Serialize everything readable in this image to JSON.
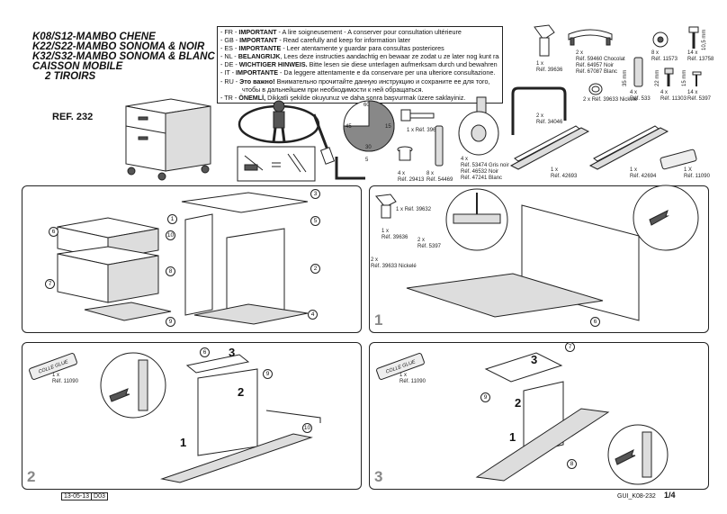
{
  "title": {
    "lines": [
      "K08/S12-MAMBO CHENE",
      "K22/S22-MAMBO SONOMA & NOIR",
      "K32/S32-MAMBO SONOMA & BLANC",
      "CAISSON MOBILE",
      "2 TIROIRS"
    ],
    "ref": "REF. 232"
  },
  "notice": [
    {
      "code": "- FR -",
      "bold": "IMPORTANT",
      "text": " - A lire soigneusement - A conserver pour consultation ultérieure"
    },
    {
      "code": "- GB -",
      "bold": "IMPORTANT",
      "text": " - Read carefully and keep for information later"
    },
    {
      "code": "- ES -",
      "bold": "IMPORTANTE",
      "text": " - Leer atentamente y guardar para consultas posteriores"
    },
    {
      "code": "- NL -",
      "bold": "BELANGRIJK",
      "text": ", Lees deze instructies aandachtig en bewaar ze zodat u ze later nog kunt raadplegen"
    },
    {
      "code": "- DE -",
      "bold": "WICHTIGER HINWEIS.",
      "text": " Bitte lesen sie diese unterlagen aufmerksam durch und bewahren sie sie auf"
    },
    {
      "code": "- IT -",
      "bold": "IMPORTANTE",
      "text": " - Da leggere attentamente e da conservare per una ulteriore consultazione."
    },
    {
      "code": "- RU -",
      "bold": "Это важно!",
      "text": " Внимательно прочитайте данную инструкцию и сохраните ее для того,"
    },
    {
      "code": "",
      "bold": "",
      "text": "чтобы в дальнейшем при необходимости к ней обращаться."
    },
    {
      "code": "- TR -",
      "bold": "ÖNEMLİ,",
      "text": " Dikkatli şekilde okuyunuz ve daha sonra başvurmak üzere saklayiniz."
    }
  ],
  "clock": {
    "n60": "60",
    "n15": "15",
    "n45": "45",
    "n30": "30"
  },
  "hardware": [
    {
      "qty": "1 x",
      "ref": "Réf. 39636"
    },
    {
      "qty": "2 x",
      "ref": "Réf. 59460 Chocolat\nRéf. 64957 Noir\nRéf. 67087 Blanc"
    },
    {
      "qty": "8 x",
      "ref": "Réf. 11573"
    },
    {
      "qty": "14 x",
      "ref": "Réf. 13758"
    },
    {
      "qty": "4 x",
      "ref": "Réf. 533"
    },
    {
      "qty": "4 x",
      "ref": "Réf. 11303"
    },
    {
      "qty": "14 x",
      "ref": "Réf. 5397"
    },
    {
      "qty": "2 x",
      "ref": "Réf. 39633 Nickelé"
    },
    {
      "qty": "2 x",
      "ref": "Réf. 34046"
    },
    {
      "qty": "1 x",
      "ref": "Réf. 39632"
    },
    {
      "qty": "4 x",
      "ref": "Réf. 53474 Gris noir\nRéf. 46532 Noir\nRéf. 47241 Blanc"
    },
    {
      "qty": "4 x",
      "ref": "Réf. 29413"
    },
    {
      "qty": "8 x",
      "ref": "Réf. 54469"
    },
    {
      "qty": "1 x",
      "ref": "Réf. 42693"
    },
    {
      "qty": "1 x",
      "ref": "Réf. 42694"
    },
    {
      "qty": "1 X",
      "ref": "Réf. 11090"
    }
  ],
  "dims": {
    "d35": "35 mm",
    "d22": "22 mm",
    "d15": "15 mm",
    "d105": "10,5 mm",
    "d5": "5"
  },
  "step1": {
    "number": "1",
    "labels": [
      {
        "qty": "1 x",
        "ref": "Réf. 39632"
      },
      {
        "qty": "1 x",
        "ref": "Réf. 39636"
      },
      {
        "qty": "2 x",
        "ref": "Réf. 5397"
      },
      {
        "qty": "2 x",
        "ref": "Réf. 39633 Nickelé"
      }
    ],
    "part": "6"
  },
  "step2": {
    "number": "2",
    "glue_qty": "1 x",
    "glue_ref": "Réf. 11090",
    "glue_label": "COLLE GLUE",
    "parts": [
      "6",
      "9",
      "10"
    ],
    "arrows": [
      "1",
      "2",
      "3"
    ]
  },
  "step3": {
    "number": "3",
    "glue_qty": "1 x",
    "glue_ref": "Réf. 11090",
    "glue_label": "COLLE GLUE",
    "parts": [
      "7",
      "9",
      "8"
    ],
    "arrows": [
      "1",
      "2",
      "3"
    ]
  },
  "exploded": {
    "parts": [
      "1",
      "2",
      "3",
      "4",
      "5",
      "6",
      "7",
      "8",
      "9",
      "10"
    ]
  },
  "footer": {
    "date": "13-05-13",
    "rev": "D03",
    "code": "GUI_K08-232",
    "page": "1/4"
  }
}
